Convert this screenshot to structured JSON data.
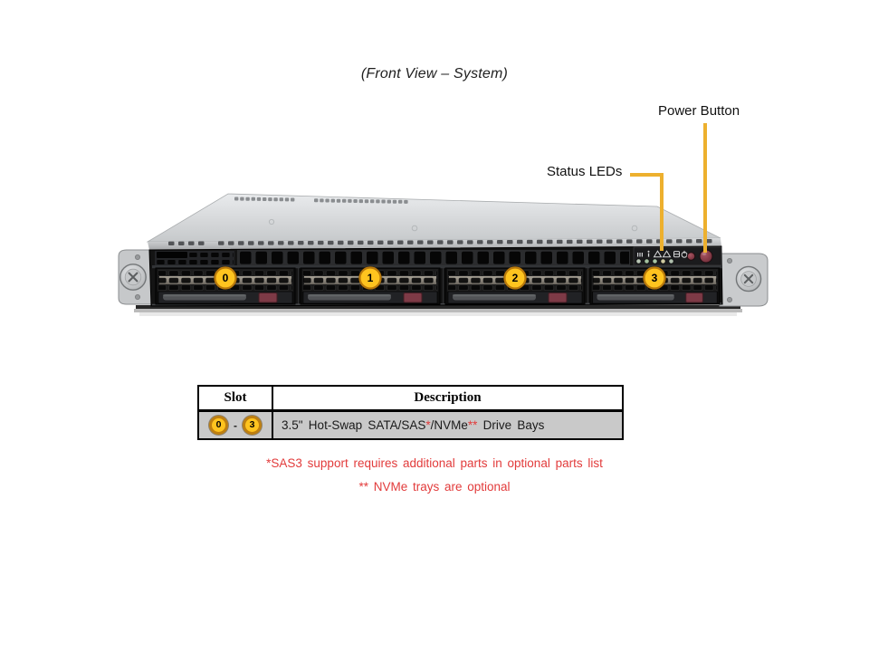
{
  "page": {
    "title": "(Front View – System)"
  },
  "callouts": {
    "power_button": {
      "label": "Power Button"
    },
    "status_leds": {
      "label": "Status LEDs"
    }
  },
  "server": {
    "drive_bays": [
      {
        "slot": "0"
      },
      {
        "slot": "1"
      },
      {
        "slot": "2"
      },
      {
        "slot": "3"
      }
    ]
  },
  "table": {
    "headers": [
      "Slot",
      "Description"
    ],
    "row": {
      "slot_start": "0",
      "slot_separator": "-",
      "slot_end": "3",
      "description_parts": [
        {
          "text": "3.5\" Hot-Swap SATA/SAS"
        },
        {
          "text": "*"
        },
        {
          "text": "/NVMe"
        },
        {
          "text": "**"
        },
        {
          "text": " Drive Bays"
        }
      ]
    }
  },
  "footnotes": [
    "*SAS3 support requires additional parts in optional parts list",
    "** NVMe trays are optional"
  ],
  "colors": {
    "callout_yellow": "#EDB02E",
    "badge_yellow": "#FFC41F",
    "badge_ring": "#B9790B",
    "note_red": "#E23B3B",
    "table_row_gray": "#C9C9C9"
  }
}
